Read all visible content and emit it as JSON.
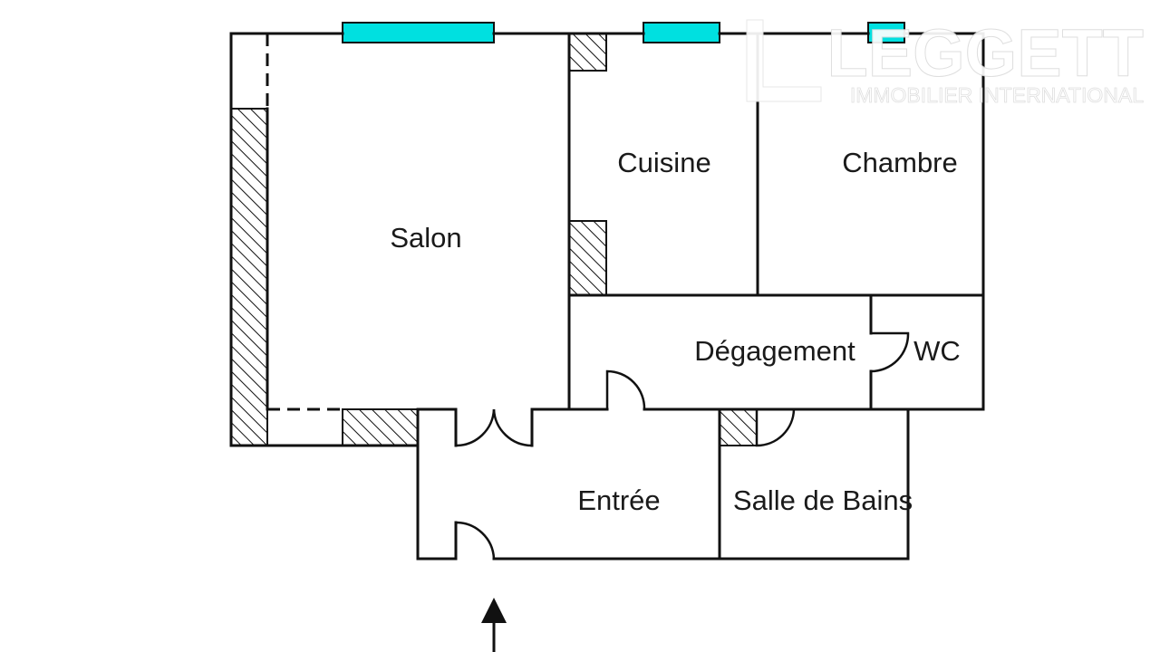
{
  "rooms": {
    "salon": "Salon",
    "cuisine": "Cuisine",
    "chambre": "Chambre",
    "degagement": "Dégagement",
    "wc": "WC",
    "entree": "Entrée",
    "salle_de_bains": "Salle de Bains"
  },
  "logo": {
    "name": "LEGGETT",
    "tagline": "IMMOBILIER INTERNATIONAL"
  },
  "colors": {
    "wall": "#111111",
    "window": "#00e0e0",
    "background": "#ffffff"
  },
  "icons": {
    "entrance": "arrow-up-icon"
  }
}
